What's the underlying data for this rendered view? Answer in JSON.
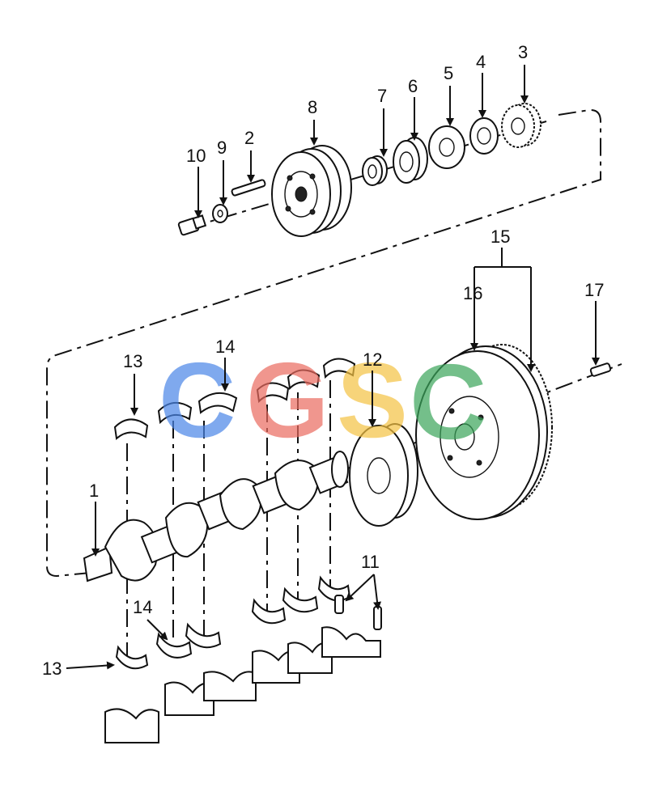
{
  "callouts": [
    "1",
    "2",
    "3",
    "4",
    "5",
    "6",
    "7",
    "8",
    "9",
    "10",
    "11",
    "12",
    "13",
    "13",
    "14",
    "14",
    "15",
    "16",
    "17"
  ],
  "watermark": {
    "letters": [
      "C",
      "G",
      "S",
      "C"
    ],
    "colors": [
      "#4a86e8",
      "#ea6a5f",
      "#f5c242",
      "#3aa55a"
    ]
  }
}
